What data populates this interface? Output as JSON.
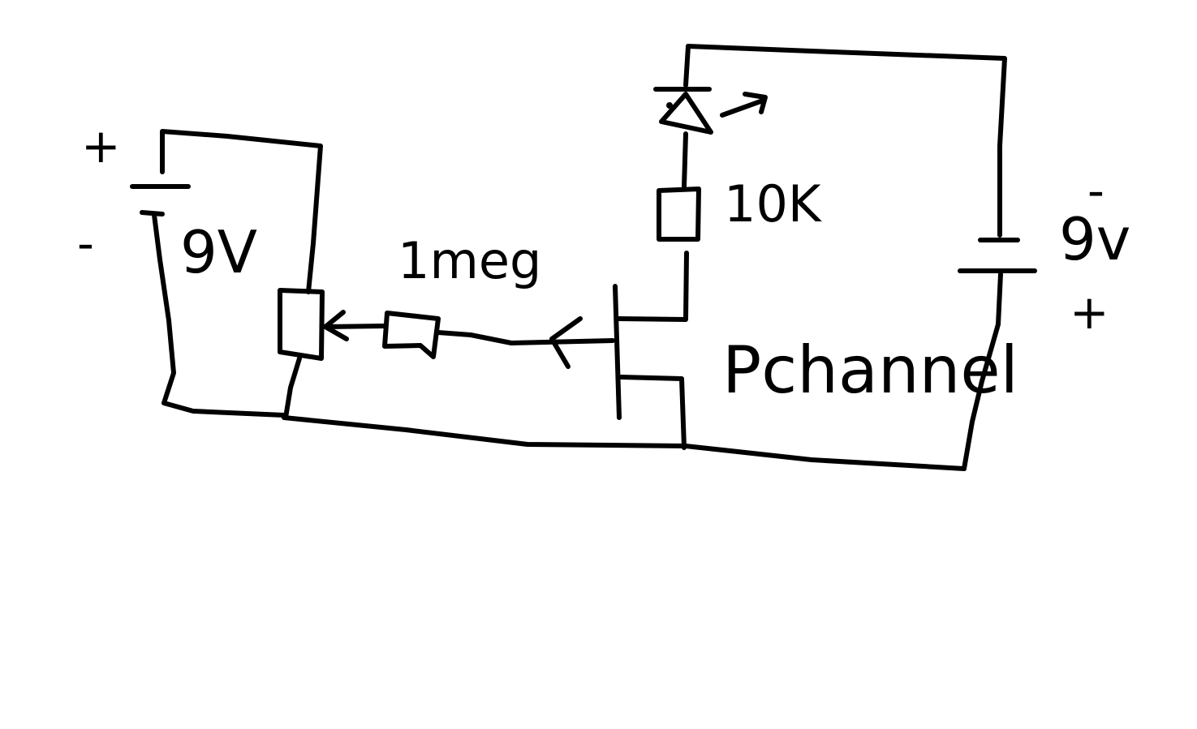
{
  "diagram": {
    "stroke_color": "#000000",
    "background": "#ffffff",
    "left_battery": {
      "positive_label": "+",
      "negative_label": "-",
      "voltage_label": "9V"
    },
    "right_battery": {
      "negative_label": "-",
      "positive_label": "+",
      "voltage_label": "9v"
    },
    "resistor_1meg_label": "1meg",
    "resistor_10k_label": "10K",
    "transistor_label": "Pchannel"
  }
}
